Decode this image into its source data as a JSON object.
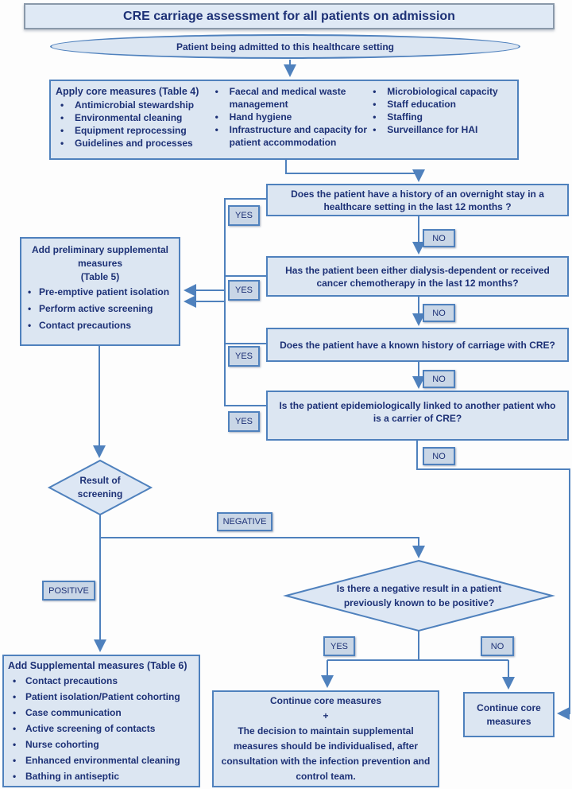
{
  "title": "CRE carriage assessment for all patients on admission",
  "start_ellipse": "Patient being admitted to this healthcare setting",
  "core_measures": {
    "heading": "Apply core measures (Table 4)",
    "col1": [
      "Antimicrobial stewardship",
      "Environmental cleaning",
      "Equipment reprocessing",
      "Guidelines and processes"
    ],
    "col2": [
      "Faecal and medical waste management",
      "Hand hygiene",
      "Infrastructure and capacity for patient accommodation"
    ],
    "col3": [
      "Microbiological capacity",
      "Staff education",
      "Staffing",
      "Surveillance for HAI"
    ]
  },
  "questions": {
    "q1": "Does the patient have a history of an overnight stay in a healthcare setting in the last 12 months ?",
    "q2": "Has the patient been either dialysis-dependent or received cancer chemotherapy in the last 12 months?",
    "q3": "Does the patient have a known history of carriage with CRE?",
    "q4": "Is the patient epidemiologically linked to another patient who is a carrier of CRE?"
  },
  "labels": {
    "yes": "YES",
    "no": "NO",
    "negative": "NEGATIVE",
    "positive": "POSITIVE"
  },
  "preliminary_box": {
    "heading_line1": "Add  preliminary supplemental",
    "heading_line2": "measures",
    "heading_line3": "(Table 5)",
    "items": [
      "Pre-emptive patient isolation",
      "Perform active screening",
      "Contact precautions"
    ]
  },
  "screening_diamond": {
    "line1": "Result of",
    "line2": "screening"
  },
  "negative_diamond": {
    "line1": "Is there a negative result in a patient",
    "line2": "previously known to be positive?"
  },
  "supplemental_box": {
    "heading": "Add Supplemental measures (Table 6)",
    "items": [
      "Contact precautions",
      "Patient isolation/Patient cohorting",
      "Case communication",
      "Active screening of contacts",
      "Nurse cohorting",
      "Enhanced environmental cleaning",
      "Bathing in antiseptic"
    ]
  },
  "continue_plus_box": {
    "line1": "Continue core measures",
    "plus": "+",
    "body": "The decision to maintain supplemental measures should be individualised, after consultation with the infection prevention and control team."
  },
  "continue_box": "Continue core measures",
  "colors": {
    "accent_border": "#4f81bd",
    "box_fill": "#dce6f2",
    "text_navy": "#1d3176"
  }
}
